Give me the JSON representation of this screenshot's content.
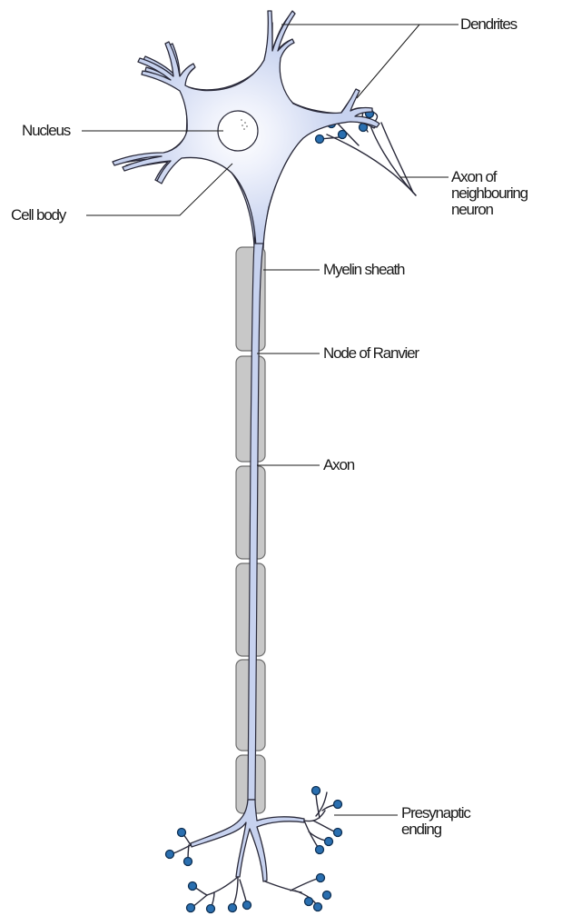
{
  "labels": {
    "dendrites": "Dendrites",
    "nucleus": "Nucleus",
    "cell_body": "Cell body",
    "axon_of_neighbouring_neuron": "Axon of\nneighbouring\nneuron",
    "myelin_sheath": "Myelin sheath",
    "node_of_ranvier": "Node of Ranvier",
    "axon": "Axon",
    "presynaptic_ending": "Presynaptic\nending"
  },
  "colors": {
    "cell_fill": "#c7d2ef",
    "cell_center": "#ffffff",
    "myelin_fill": "#c8c8c8",
    "bouton_fill": "#2a6fb0",
    "outline": "#2a2a3a"
  }
}
